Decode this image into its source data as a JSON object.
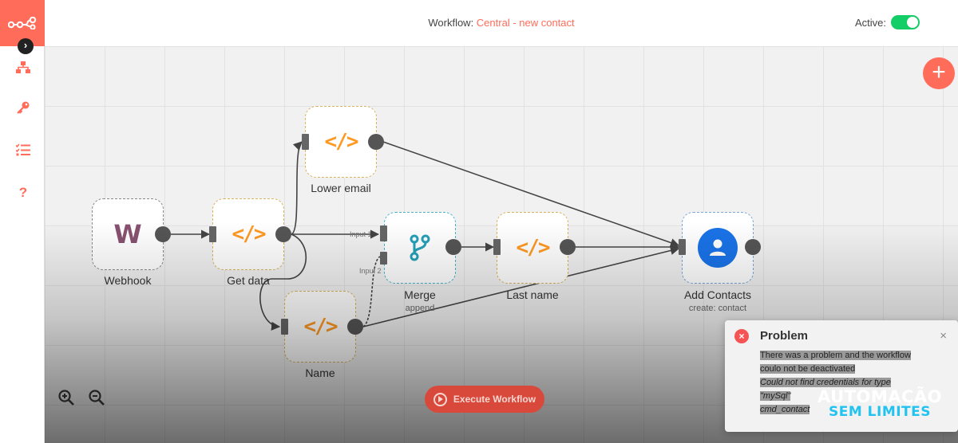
{
  "header": {
    "workflow_prefix": "Workflow: ",
    "workflow_name": "Central - new contact",
    "active_label": "Active:",
    "active": true
  },
  "sidebar": {
    "icons": [
      "logo-icon",
      "chevron-right-icon",
      "network-icon",
      "key-icon",
      "checklist-icon",
      "help-icon"
    ],
    "collapse_glyph": "›",
    "help_glyph": "?"
  },
  "nodes": {
    "webhook": {
      "label": "Webhook",
      "glyph": "W"
    },
    "get_data": {
      "label": "Get data",
      "glyph": "</>"
    },
    "lower_email": {
      "label": "Lower email",
      "glyph": "</>"
    },
    "name": {
      "label": "Name",
      "glyph": "</>"
    },
    "merge": {
      "label": "Merge",
      "sub": "append",
      "input1": "Input 1",
      "input2": "Input 2"
    },
    "last_name": {
      "label": "Last name",
      "glyph": "</>"
    },
    "add_contacts": {
      "label": "Add Contacts",
      "sub": "create: contact"
    }
  },
  "toolbar": {
    "add_glyph": "+",
    "execute_label": "Execute Workflow"
  },
  "toast": {
    "title": "Problem",
    "close_glyph": "×",
    "icon_glyph": "×",
    "line1": "There was a problem and the workflow",
    "line2": "coulo not be deactivated",
    "line3": "Could not find credentials for type",
    "line4": "\"mySql\"",
    "line5": "cmd_contact"
  },
  "watermark": {
    "line1": "AUTOMAÇÃO",
    "line2": "SEM LIMITES"
  },
  "colors": {
    "accent": "#ff6d5a",
    "active_toggle": "#13ce66",
    "code_icon": "#ff9922",
    "webhook_icon": "#875170",
    "contacts_icon": "#1a73e8",
    "merge_icon": "#24a0b8",
    "error": "#f45454"
  }
}
